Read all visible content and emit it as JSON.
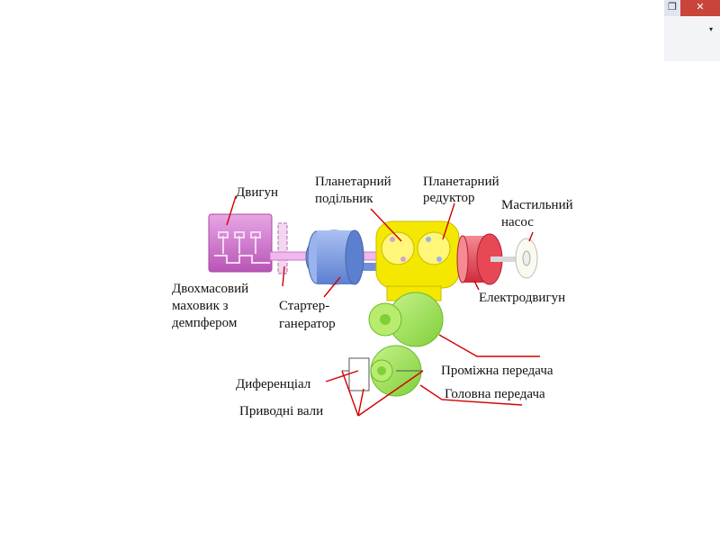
{
  "window": {
    "restore_glyph": "❐",
    "close_glyph": "✕",
    "dropdown_glyph": "▾"
  },
  "labels": {
    "engine": "Двигун",
    "planetary_divider": [
      "Планетарний",
      "подільник"
    ],
    "planetary_reducer": [
      "Планетарний",
      "редуктор"
    ],
    "oil_pump": [
      "Мастильний",
      "насос"
    ],
    "flywheel": [
      "Двохмасовий",
      "маховик з",
      "демпфером"
    ],
    "starter_generator": [
      "Стартер-",
      "ганератор"
    ],
    "electric_motor": "Електродвигун",
    "intermediate_gear": "Проміжна передача",
    "differential": "Диференціал",
    "main_gear": "Головна передача",
    "drive_shafts": "Приводні вали"
  },
  "colors": {
    "engine": "#d77ad4",
    "starter": "#7f9fe0",
    "gears_yellow": "#f4e800",
    "motor_red": "#e84855",
    "gears_green": "#a8e85a",
    "leader": "#d40000"
  }
}
